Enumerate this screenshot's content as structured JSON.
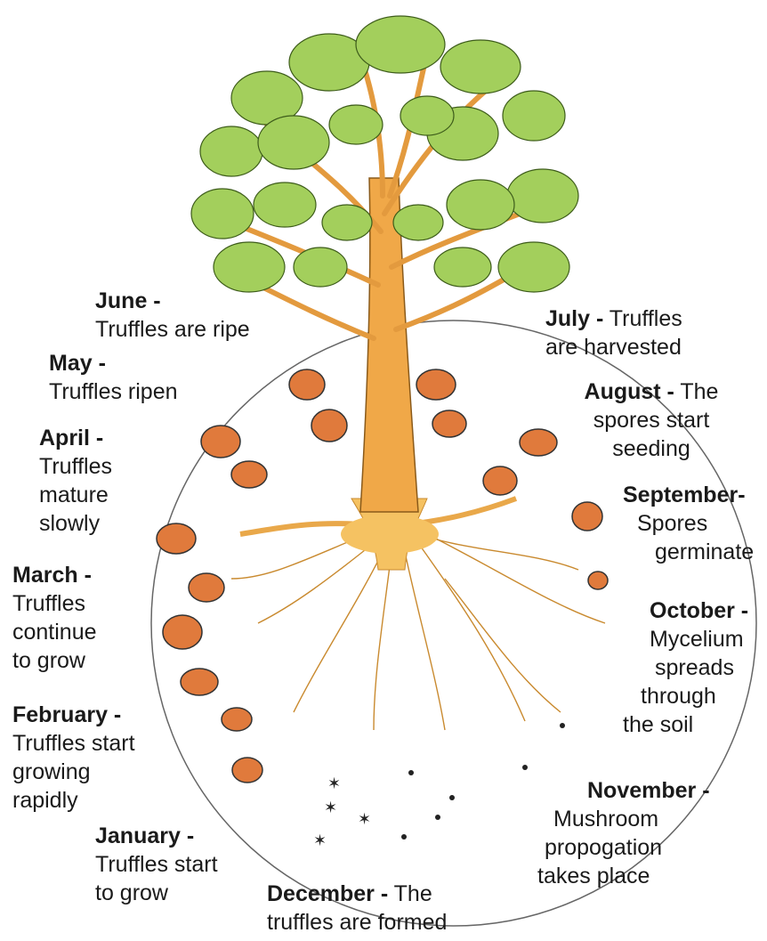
{
  "months": {
    "june": {
      "month": "June -",
      "text": "Truffles are ripe"
    },
    "july": {
      "month": "July -",
      "inline": " Truffles",
      "text": "are harvested"
    },
    "may": {
      "month": "May -",
      "text": "Truffles ripen"
    },
    "august": {
      "month": "August -",
      "inline": " The",
      "text1": "spores start",
      "text2": "seeding"
    },
    "april": {
      "month": "April -",
      "text1": "Truffles",
      "text2": "mature",
      "text3": "slowly"
    },
    "september": {
      "month": "September-",
      "text1": "Spores",
      "text2": "germinate"
    },
    "march": {
      "month": "March -",
      "text1": "Truffles",
      "text2": "continue",
      "text3": "to grow"
    },
    "october": {
      "month": "October -",
      "text1": "Mycelium",
      "text2": "spreads",
      "text3": "through",
      "text4": "the soil"
    },
    "february": {
      "month": "February -",
      "text1": "Truffles start",
      "text2": "growing",
      "text3": "rapidly"
    },
    "november": {
      "month": "November -",
      "text1": "Mushroom",
      "text2": "propogation",
      "text3": "takes place"
    },
    "january": {
      "month": "January -",
      "text1": "Truffles start",
      "text2": "to grow"
    },
    "december": {
      "month": "December -",
      "inline": " The",
      "text1": "truffles are formed"
    }
  },
  "colors": {
    "trunk": "#f0a848",
    "root": "#f5c262",
    "leaf": "#a3cf5c",
    "truffle": "#e07a3c",
    "outline": "#333333"
  }
}
